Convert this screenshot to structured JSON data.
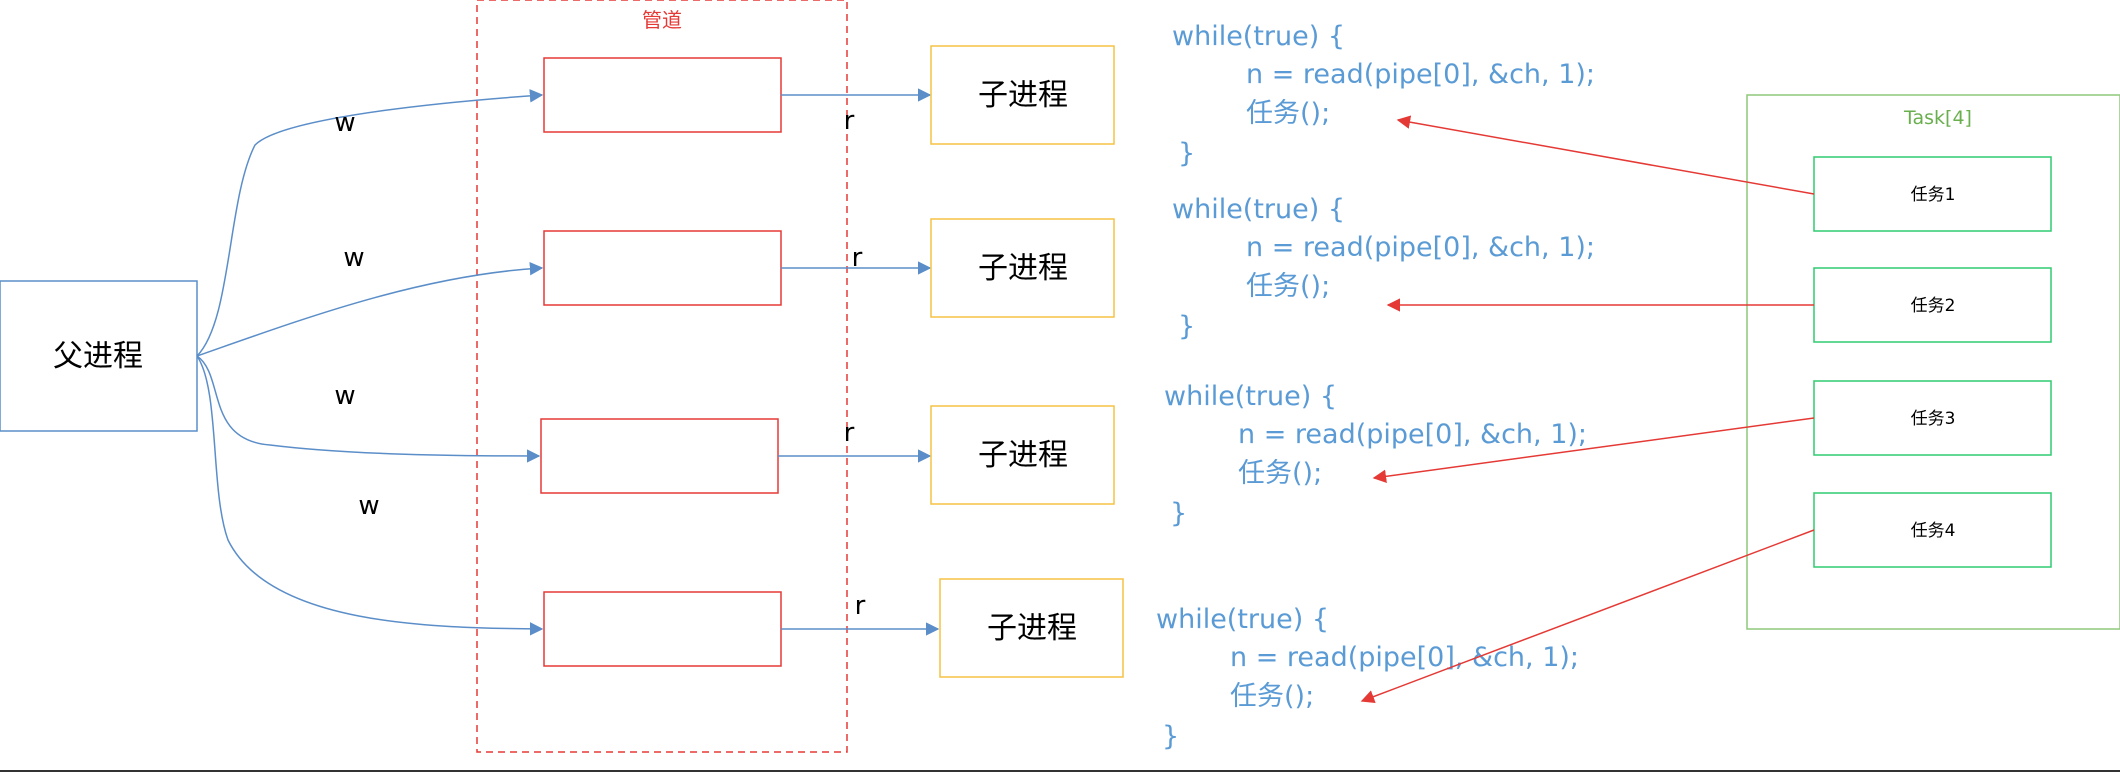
{
  "colors": {
    "edge_blue": "#5b8ec9",
    "pipe_red": "#e53935",
    "child_yellow": "#f6c343",
    "task_green": "#2ecc71",
    "task_container_green": "#8fc97a",
    "code_blue": "#5b9bd5",
    "arrow_red": "#e53935"
  },
  "parent": {
    "label": "父进程"
  },
  "pipes_group": {
    "title": "管道"
  },
  "children": [
    {
      "label": "子进程"
    },
    {
      "label": "子进程"
    },
    {
      "label": "子进程"
    },
    {
      "label": "子进程"
    }
  ],
  "edge_labels": {
    "write": [
      "w",
      "w",
      "w",
      "w"
    ],
    "read": [
      "r",
      "r",
      "r",
      "r"
    ]
  },
  "code_blocks": [
    {
      "lines": [
        "while(true) {",
        "n = read(pipe[0], &ch, 1);",
        "任务();",
        "}"
      ]
    },
    {
      "lines": [
        "while(true) {",
        "n = read(pipe[0], &ch, 1);",
        "任务();",
        "}"
      ]
    },
    {
      "lines": [
        "while(true) {",
        "n = read(pipe[0], &ch, 1);",
        "任务();",
        "}"
      ]
    },
    {
      "lines": [
        "while(true) {",
        "n = read(pipe[0], &ch, 1);",
        "任务();",
        "}"
      ]
    }
  ],
  "tasks_group": {
    "title": "Task[4]"
  },
  "tasks": [
    {
      "label": "任务1"
    },
    {
      "label": "任务2"
    },
    {
      "label": "任务3"
    },
    {
      "label": "任务4"
    }
  ]
}
